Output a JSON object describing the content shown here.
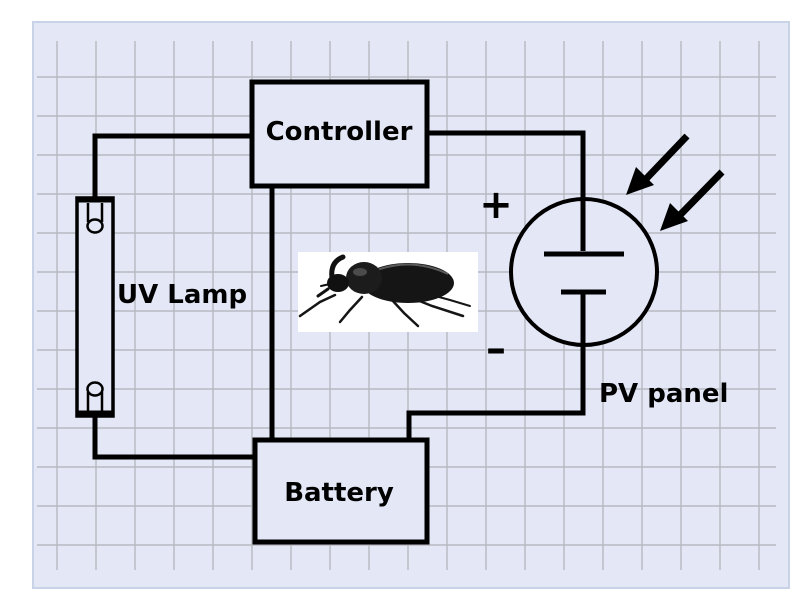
{
  "diagram": {
    "labels": {
      "controller": "Controller",
      "battery": "Battery",
      "uv_lamp": "UV Lamp",
      "pv_panel": "PV panel",
      "plus": "+",
      "minus": "–"
    },
    "colors": {
      "panel_background": "#e4e8f6",
      "panel_border": "#c9d3e8",
      "grid_line": "#b7b9bf",
      "wire": "#000000",
      "component_fill": "#e4e8f6"
    },
    "icons": {
      "lamp_electrode": "filament-icon",
      "light_rays": "sunlight-arrow-icon",
      "insect": "rhinoceros-beetle-icon"
    }
  }
}
